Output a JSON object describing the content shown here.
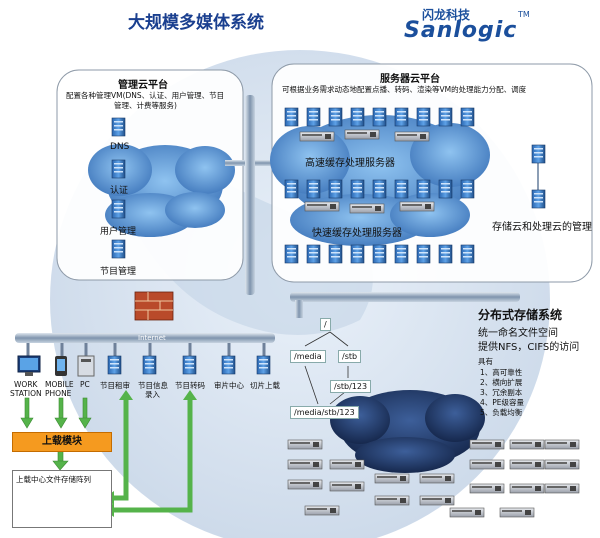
{
  "title": "大规模多媒体系统",
  "logo": {
    "cn": "闪龙科技",
    "en": "Sanlogic",
    "tm": "TM"
  },
  "mgmt_cloud": {
    "title": "管理云平台",
    "desc_1": "配置各种管理VM(DNS、认证、用户管理、节目",
    "desc_2": "管理、计费等服务)",
    "nodes": [
      "DNS",
      "认证",
      "用户管理",
      "节目管理"
    ]
  },
  "server_cloud": {
    "title": "服务器云平台",
    "desc": "可根据业务需求动态地配置点播、转码、渲染等VM的处理能力分配、调度",
    "cache_1": "高速缓存处理服务器",
    "cache_2": "快速缓存处理服务器",
    "storage_mgmt": "存储云和处理云的管理"
  },
  "internet_label": "Internet",
  "clients": [
    {
      "line1": "WORK",
      "line2": "STATION"
    },
    {
      "line1": "MOBILE",
      "line2": "PHONE"
    },
    {
      "line1": "PC",
      "line2": ""
    }
  ],
  "services": [
    {
      "line1": "节目租审",
      "line2": ""
    },
    {
      "line1": "节目信息",
      "line2": "录入"
    },
    {
      "line1": "节目转码",
      "line2": ""
    },
    {
      "line1": "审片中心",
      "line2": ""
    },
    {
      "line1": "切片上载",
      "line2": ""
    }
  ],
  "upload_module": "上载模块",
  "upload_storage": "上载中心文件存储阵列",
  "distributed_storage": {
    "title": "分布式存储系统",
    "line1": "统一命名文件空间",
    "line2": "提供NFS，CIFS的访问",
    "features_title": "具有",
    "features": [
      "1、高可靠性",
      "2、横向扩展",
      "3、冗余副本",
      "4、PE级容量",
      "5、负载均衡"
    ]
  },
  "paths": [
    "/",
    "/media",
    "/stb",
    "/stb/123",
    "/media/stb/123"
  ],
  "colors": {
    "title": "#1a3f8f",
    "upload": "#f59a1f",
    "arrow": "#55b34a",
    "cloud": "#3a72b8"
  }
}
